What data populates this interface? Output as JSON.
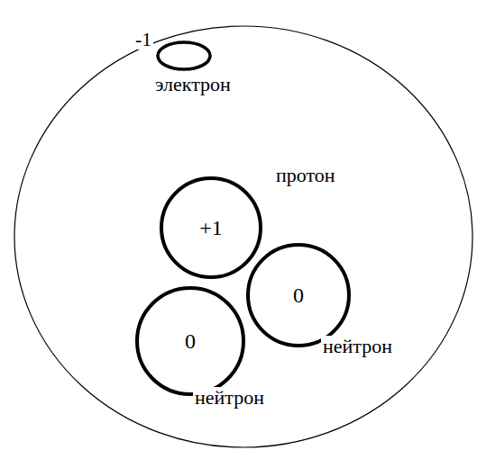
{
  "diagram": {
    "nodes": [
      {
        "text": [
          "+1"
        ]
      },
      {
        "text": [
          "0"
        ]
      },
      {
        "text": [
          "0"
        ]
      }
    ],
    "labels": [
      "-1",
      "электрон",
      "протон",
      "нейтрон",
      "нейтрон"
    ]
  }
}
